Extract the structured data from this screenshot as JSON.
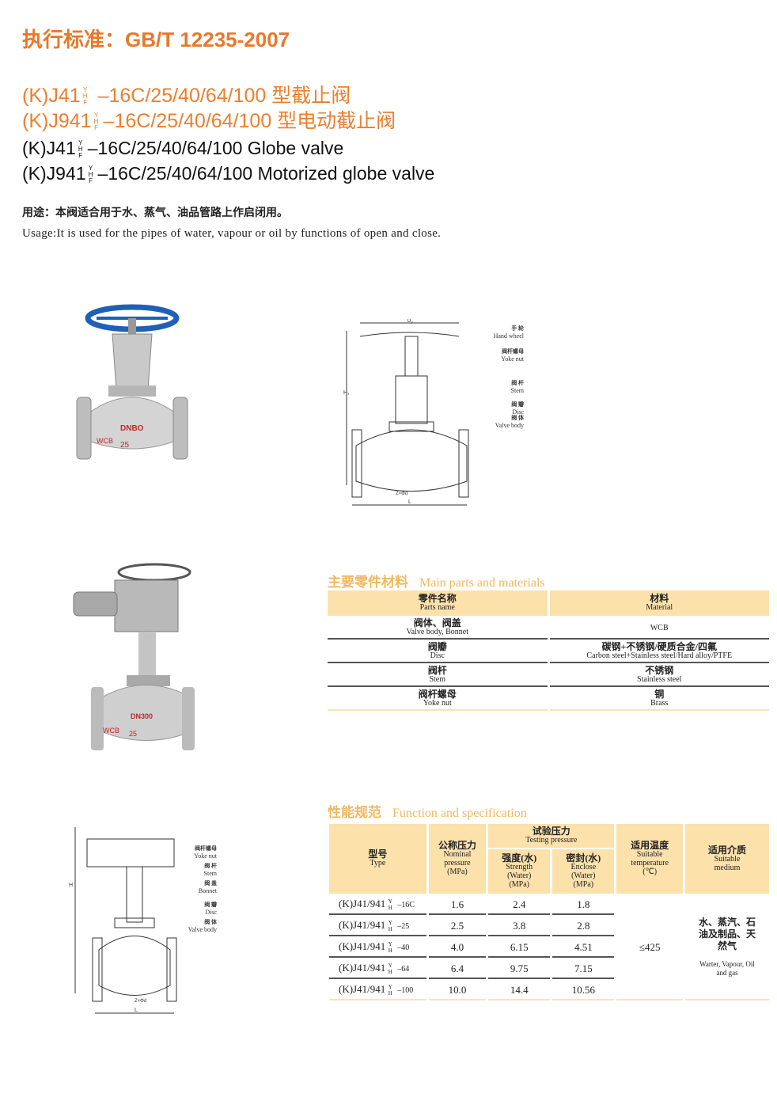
{
  "standard": "执行标准：GB/T 12235-2007",
  "models": [
    {
      "prefix": "(K)J41",
      "sub": [
        "Y",
        "H",
        "F"
      ],
      "suffix": "–16C/25/40/64/100 型截止阀"
    },
    {
      "prefix": "(K)J941",
      "sub": [
        "Y",
        "H",
        "F"
      ],
      "suffix": "–16C/25/40/64/100 型电动截止阀"
    },
    {
      "prefix": "(K)J41",
      "sub": [
        "Y",
        "H",
        "F"
      ],
      "suffix": "–16C/25/40/64/100 Globe valve"
    },
    {
      "prefix": "(K)J941",
      "sub": [
        "Y",
        "H",
        "F"
      ],
      "suffix": "–16C/25/40/64/100 Motorized globe valve"
    }
  ],
  "usage_cn": "用途：本阀适合用于水、蒸气、油品管路上作启闭用。",
  "usage_en": "Usage:It is used for the pipes of water, vapour or oil by functions of open and close.",
  "photo1": {
    "brand": "DNBO",
    "mark": "WCB",
    "size": "25"
  },
  "photo2": {
    "brand": "DN300",
    "mark": "WCB",
    "size": "25"
  },
  "diagram1": {
    "labels": [
      {
        "cn": "手 轮",
        "en": "Hand wheel"
      },
      {
        "cn": "阀杆螺母",
        "en": "Yoke nut"
      },
      {
        "cn": "阀 杆",
        "en": "Stem"
      },
      {
        "cn": "阀 瓣",
        "en": "Disc"
      },
      {
        "cn": "阀 体",
        "en": "Valve body"
      }
    ],
    "dims": {
      "top": "D₀",
      "h": "H₁",
      "l": "L",
      "holes": "Z×Φd"
    }
  },
  "diagram2": {
    "labels": [
      {
        "cn": "阀杆螺母",
        "en": "Yoke nut"
      },
      {
        "cn": "阀 杆",
        "en": "Stem"
      },
      {
        "cn": "阀 盖",
        "en": "Bonnet"
      },
      {
        "cn": "阀 瓣",
        "en": "Disc"
      },
      {
        "cn": "阀 体",
        "en": "Valve body"
      }
    ],
    "dims": {
      "h": "H",
      "l": "L",
      "holes": "Z×Φd"
    }
  },
  "materials": {
    "title_cn": "主要零件材料",
    "title_en": "Main parts and materials",
    "headers": [
      {
        "cn": "零件名称",
        "en": "Parts name"
      },
      {
        "cn": "材料",
        "en": "Material"
      }
    ],
    "rows": [
      {
        "part_cn": "阀体、阀盖",
        "part_en": "Valve body, Bonnet",
        "mat_cn": "",
        "mat_en": "WCB"
      },
      {
        "part_cn": "阀瓣",
        "part_en": "Disc",
        "mat_cn": "碳钢+不锈钢/硬质合金/四氟",
        "mat_en": "Carbon steel+Stainless steel/Hard alloy/PTFE"
      },
      {
        "part_cn": "阀杆",
        "part_en": "Stem",
        "mat_cn": "不锈钢",
        "mat_en": "Stainless steel"
      },
      {
        "part_cn": "阀杆螺母",
        "part_en": "Yoke nut",
        "mat_cn": "铜",
        "mat_en": "Brass"
      }
    ]
  },
  "spec": {
    "title_cn": "性能规范",
    "title_en": "Function and specification",
    "h_type_cn": "型号",
    "h_type_en": "Type",
    "h_nom_cn": "公称压力",
    "h_nom_en": "Nominal pressure (MPa)",
    "h_test_cn": "试验压力",
    "h_test_en": "Testing pressure",
    "h_str_cn": "强度(水)",
    "h_str_en": "Strength (Water) (MPa)",
    "h_enc_cn": "密封(水)",
    "h_enc_en": "Enclose (Water) (MPa)",
    "h_temp_cn": "适用温度",
    "h_temp_en": "Suitable temperature (℃)",
    "h_med_cn": "适用介质",
    "h_med_en": "Suitable medium",
    "rows": [
      {
        "type": "(K)J41/941",
        "sub": [
          "Y",
          "H"
        ],
        "cls": "–16C",
        "nom": "1.6",
        "str": "2.4",
        "enc": "1.8"
      },
      {
        "type": "(K)J41/941",
        "sub": [
          "Y",
          "H"
        ],
        "cls": "–25",
        "nom": "2.5",
        "str": "3.8",
        "enc": "2.8"
      },
      {
        "type": "(K)J41/941",
        "sub": [
          "Y",
          "H"
        ],
        "cls": "–40",
        "nom": "4.0",
        "str": "6.15",
        "enc": "4.51"
      },
      {
        "type": "(K)J41/941",
        "sub": [
          "Y",
          "H"
        ],
        "cls": "–64",
        "nom": "6.4",
        "str": "9.75",
        "enc": "7.15"
      },
      {
        "type": "(K)J41/941",
        "sub": [
          "Y",
          "H"
        ],
        "cls": "–100",
        "nom": "10.0",
        "str": "14.4",
        "enc": "10.56"
      }
    ],
    "temp": "≤425",
    "medium_cn": "水、蒸汽、石油及制品、天然气",
    "medium_en": "Warter, Vapour, Oil and gas"
  }
}
